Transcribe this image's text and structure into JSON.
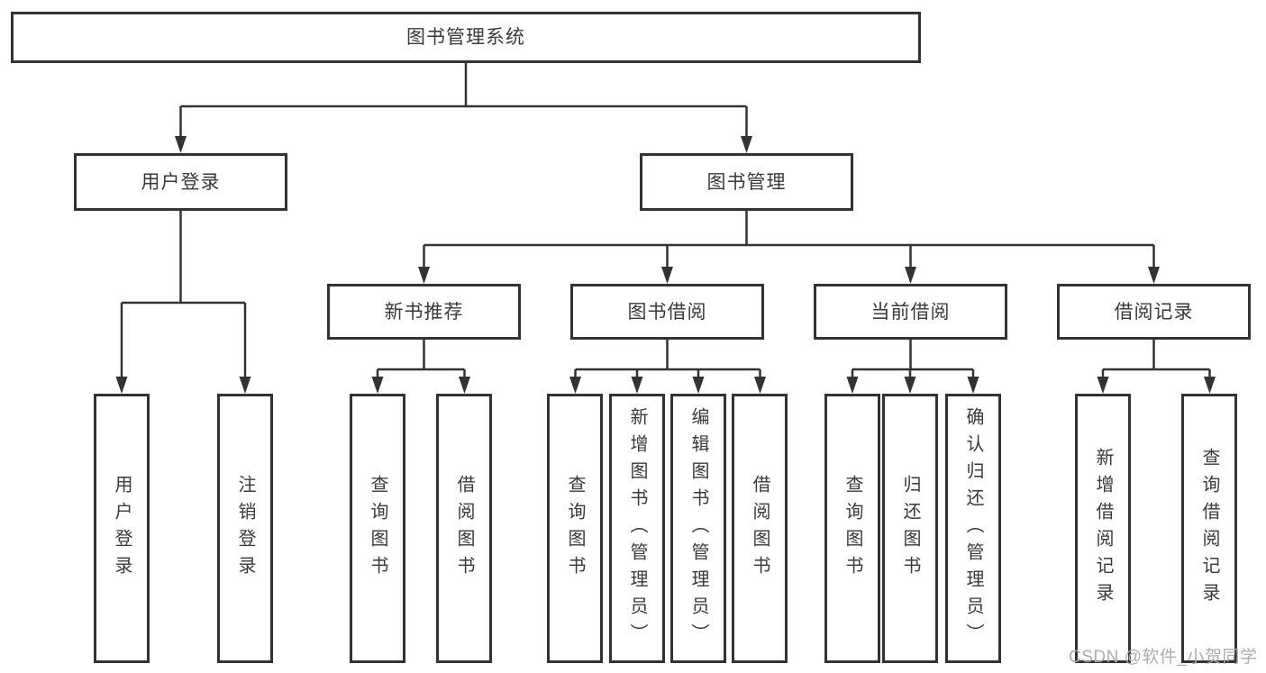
{
  "colors": {
    "line": "#333333",
    "box_border": "#333333",
    "text": "#3a3a3a",
    "background": "#ffffff",
    "watermark": "#abacb6"
  },
  "watermark": {
    "text": "CSDN @软件_小贺同学"
  },
  "tree": {
    "label": "图书管理系统",
    "children": [
      {
        "label": "用户登录",
        "children": [
          {
            "label": "用户登录"
          },
          {
            "label": "注销登录"
          }
        ]
      },
      {
        "label": "图书管理",
        "children": [
          {
            "label": "新书推荐",
            "children": [
              {
                "label": "查询图书"
              },
              {
                "label": "借阅图书"
              }
            ]
          },
          {
            "label": "图书借阅",
            "children": [
              {
                "label": "查询图书"
              },
              {
                "label": "新增图书（管理员）"
              },
              {
                "label": "编辑图书（管理员）"
              },
              {
                "label": "借阅图书"
              }
            ]
          },
          {
            "label": "当前借阅",
            "children": [
              {
                "label": "查询图书"
              },
              {
                "label": "归还图书"
              },
              {
                "label": "确认归还（管理员）"
              }
            ]
          },
          {
            "label": "借阅记录",
            "children": [
              {
                "label": "新增借阅记录"
              },
              {
                "label": "查询借阅记录"
              }
            ]
          }
        ]
      }
    ]
  }
}
